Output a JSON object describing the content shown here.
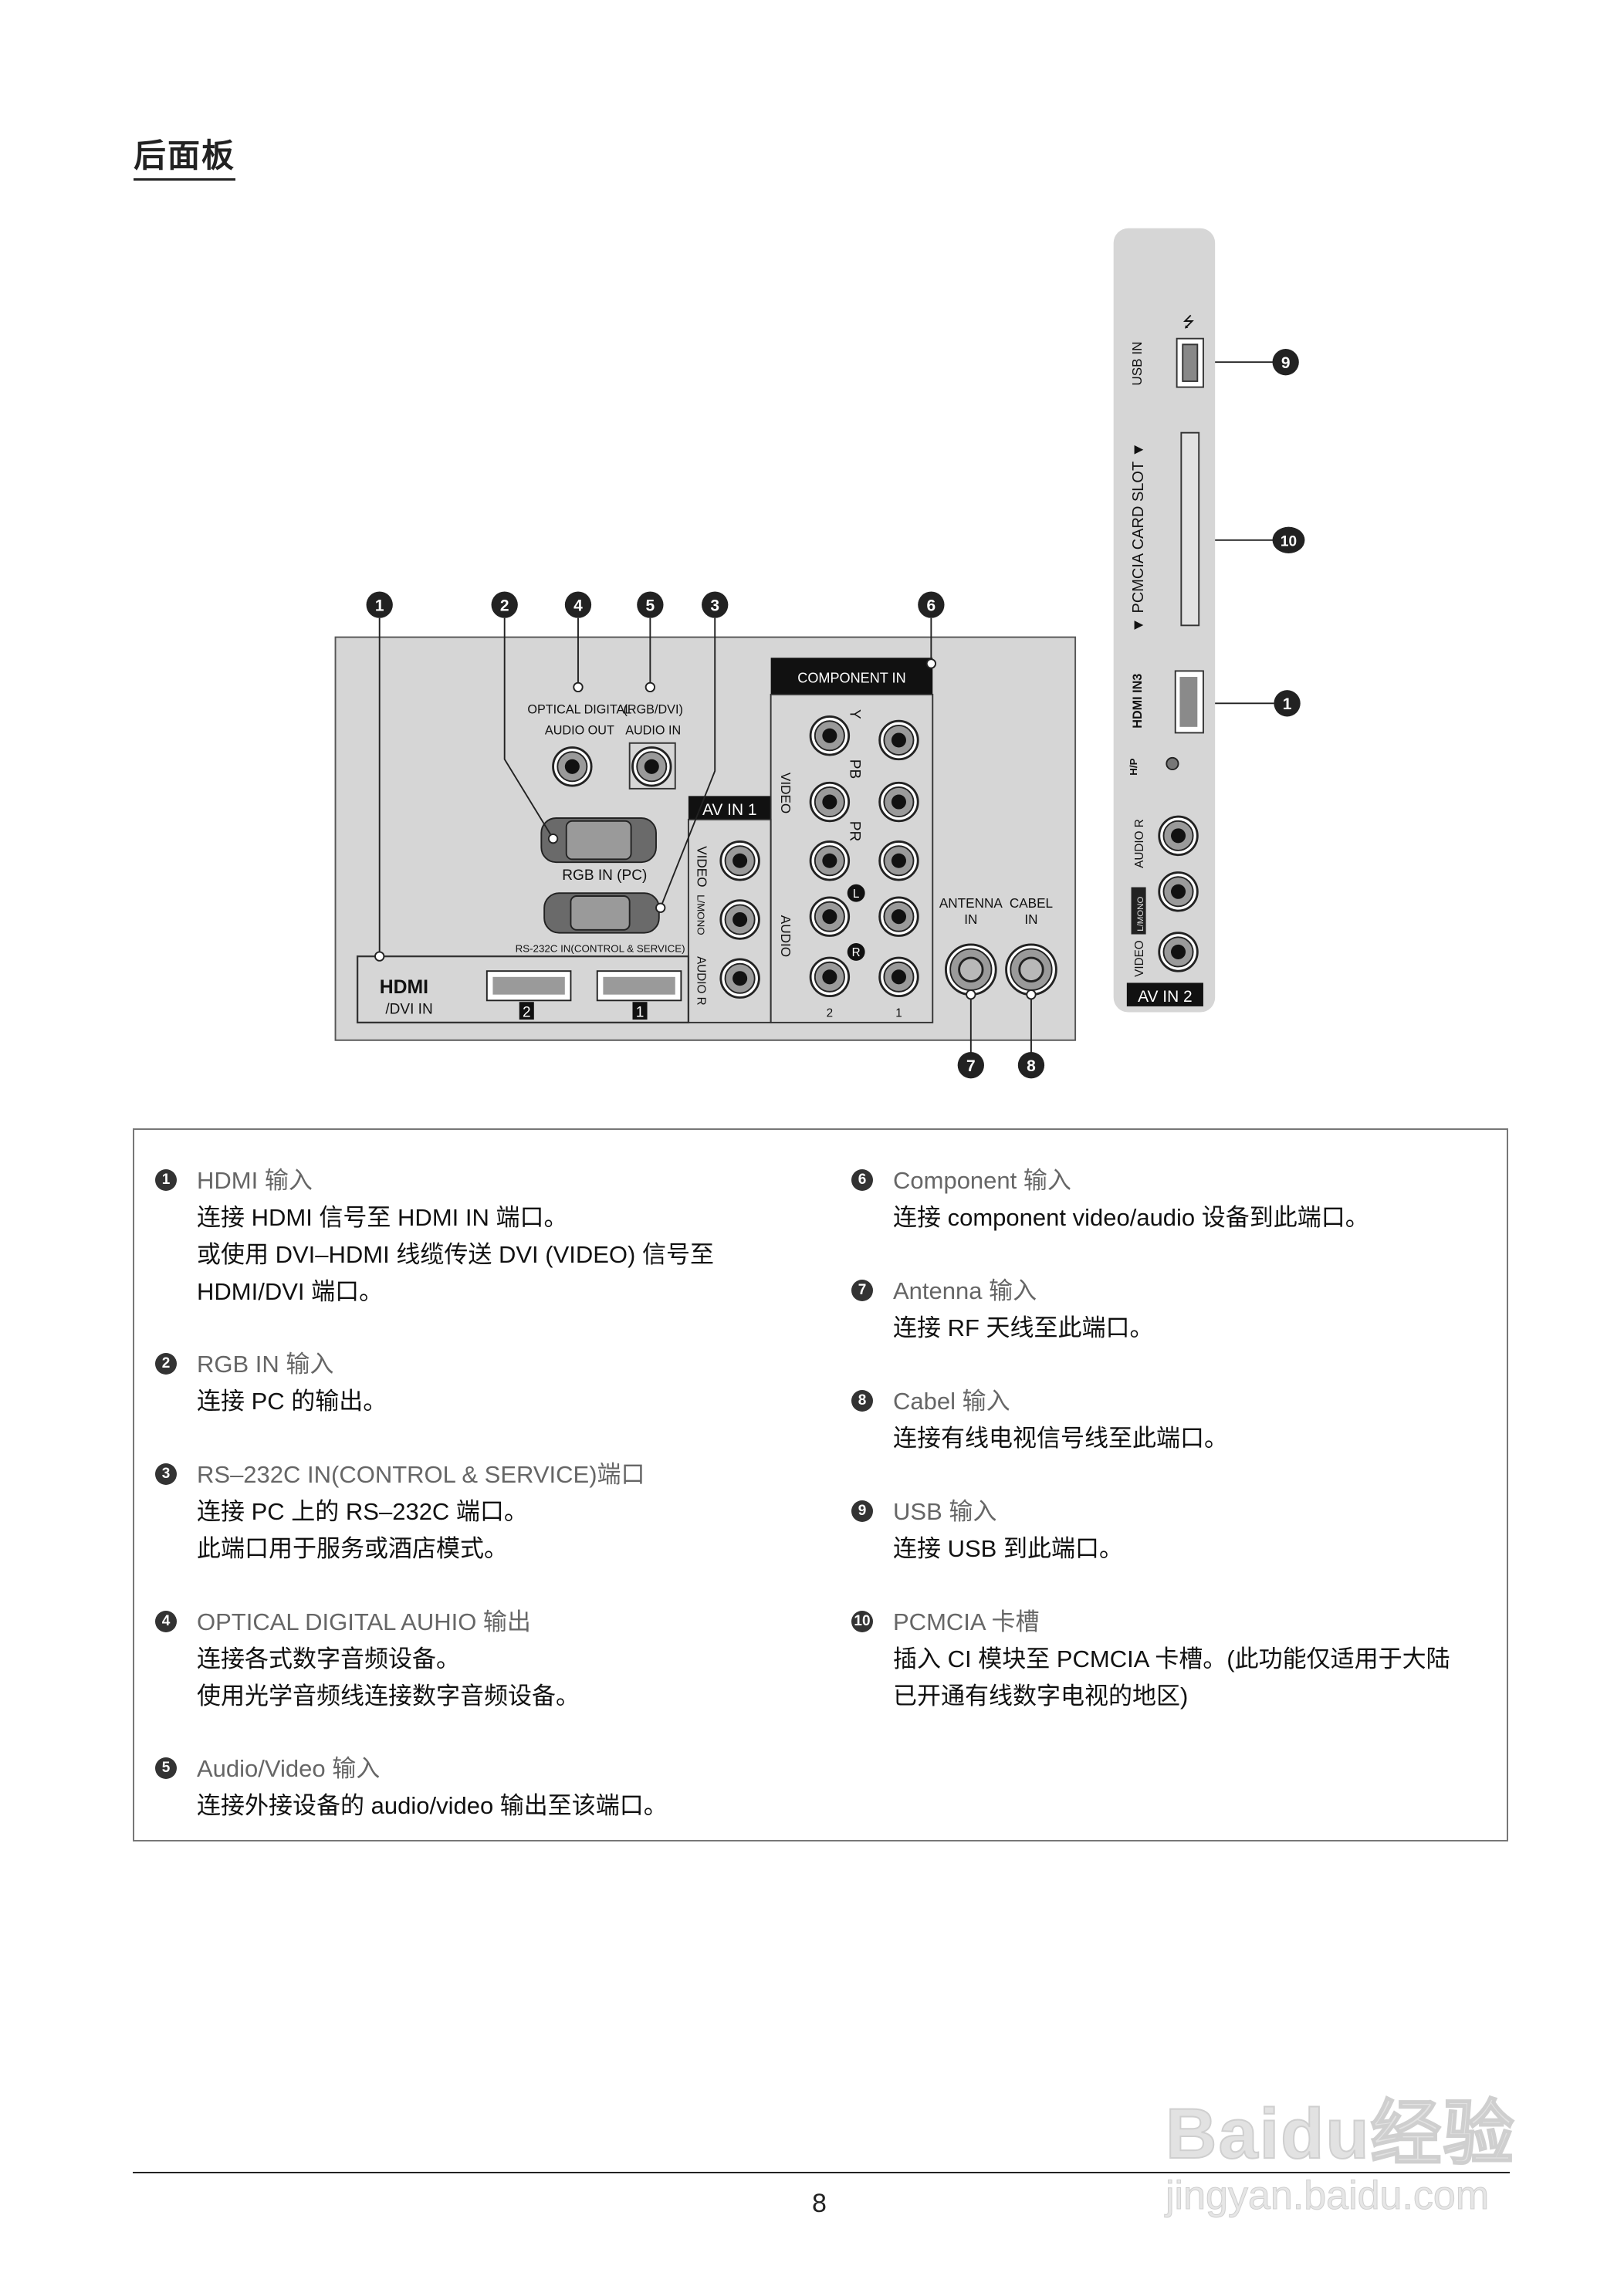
{
  "page": {
    "title": "后面板",
    "page_number": "8"
  },
  "watermark": {
    "logo": "Baidu经验",
    "url": "jingyan.baidu.com"
  },
  "diagram": {
    "callouts": {
      "c1": "1",
      "c2": "2",
      "c3": "3",
      "c4": "4",
      "c5": "5",
      "c6": "6",
      "c7": "7",
      "c8": "8",
      "c9": "9",
      "c10": "10",
      "c1b": "1"
    },
    "rear": {
      "hdmi_logo": "HDMI",
      "hdmi_sub": "/DVI IN",
      "hdmi_port_2": "2",
      "hdmi_port_1": "1",
      "optical_1": "OPTICAL DIGITAL",
      "optical_2": "AUDIO OUT",
      "audio_in_1": "(RGB/DVI)",
      "audio_in_2": "AUDIO IN",
      "rgb_in": "RGB IN (PC)",
      "rs232c": "RS-232C IN(CONTROL & SERVICE)",
      "av_in_1": "AV IN 1",
      "av1_video": "VIDEO",
      "av1_mono": "L/MONO",
      "av1_audio": "AUDIO R",
      "component_in": "COMPONENT IN",
      "comp_y": "Y",
      "comp_pb": "PB",
      "comp_pr": "PR",
      "comp_l": "L",
      "comp_r": "R",
      "comp_video": "VIDEO",
      "comp_audio": "AUDIO",
      "comp_col_2": "2",
      "comp_col_1": "1",
      "antenna_1": "ANTENNA",
      "antenna_2": "IN",
      "cabel_1": "CABEL",
      "cabel_2": "IN"
    },
    "side": {
      "usb_in": "USB IN",
      "pcmcia": "▼ PCMCIA CARD SLOT ▼",
      "hdmi_in3": "HDMI IN3",
      "hp": "H/P",
      "av2_video": "VIDEO",
      "av2_mono": "L/MONO",
      "av2_audio": "AUDIO R",
      "av_in_2": "AV IN 2"
    },
    "colors": {
      "panel": "#d6d6d6",
      "dark": "#1a1a1a"
    }
  },
  "descriptions": {
    "left": [
      {
        "num": "1",
        "head": "HDMI 输入",
        "lines": [
          "连接 HDMI 信号至 HDMI IN 端口。",
          "或使用 DVI–HDMI 线缆传送 DVI (VIDEO) 信号至",
          "HDMI/DVI 端口。"
        ]
      },
      {
        "num": "2",
        "head": "RGB IN 输入",
        "lines": [
          "连接 PC 的输出。"
        ]
      },
      {
        "num": "3",
        "head": "RS–232C IN(CONTROL & SERVICE)端口",
        "lines": [
          "连接 PC 上的 RS–232C 端口。",
          "此端口用于服务或酒店模式。"
        ]
      },
      {
        "num": "4",
        "head": "OPTICAL DIGITAL AUHIO 输出",
        "lines": [
          "连接各式数字音频设备。",
          "使用光学音频线连接数字音频设备。"
        ]
      },
      {
        "num": "5",
        "head": "Audio/Video 输入",
        "lines": [
          "连接外接设备的 audio/video 输出至该端口。"
        ]
      }
    ],
    "right": [
      {
        "num": "6",
        "head": "Component 输入",
        "lines": [
          "连接 component video/audio 设备到此端口。"
        ]
      },
      {
        "num": "7",
        "head": "Antenna 输入",
        "lines": [
          "连接 RF 天线至此端口。"
        ]
      },
      {
        "num": "8",
        "head": "Cabel 输入",
        "lines": [
          "连接有线电视信号线至此端口。"
        ]
      },
      {
        "num": "9",
        "head": "USB 输入",
        "lines": [
          "连接 USB 到此端口。"
        ]
      },
      {
        "num": "10",
        "head": "PCMCIA 卡槽",
        "lines": [
          "插入 CI 模块至 PCMCIA 卡槽。(此功能仅适用于大陆",
          "已开通有线数字电视的地区)"
        ]
      }
    ]
  }
}
